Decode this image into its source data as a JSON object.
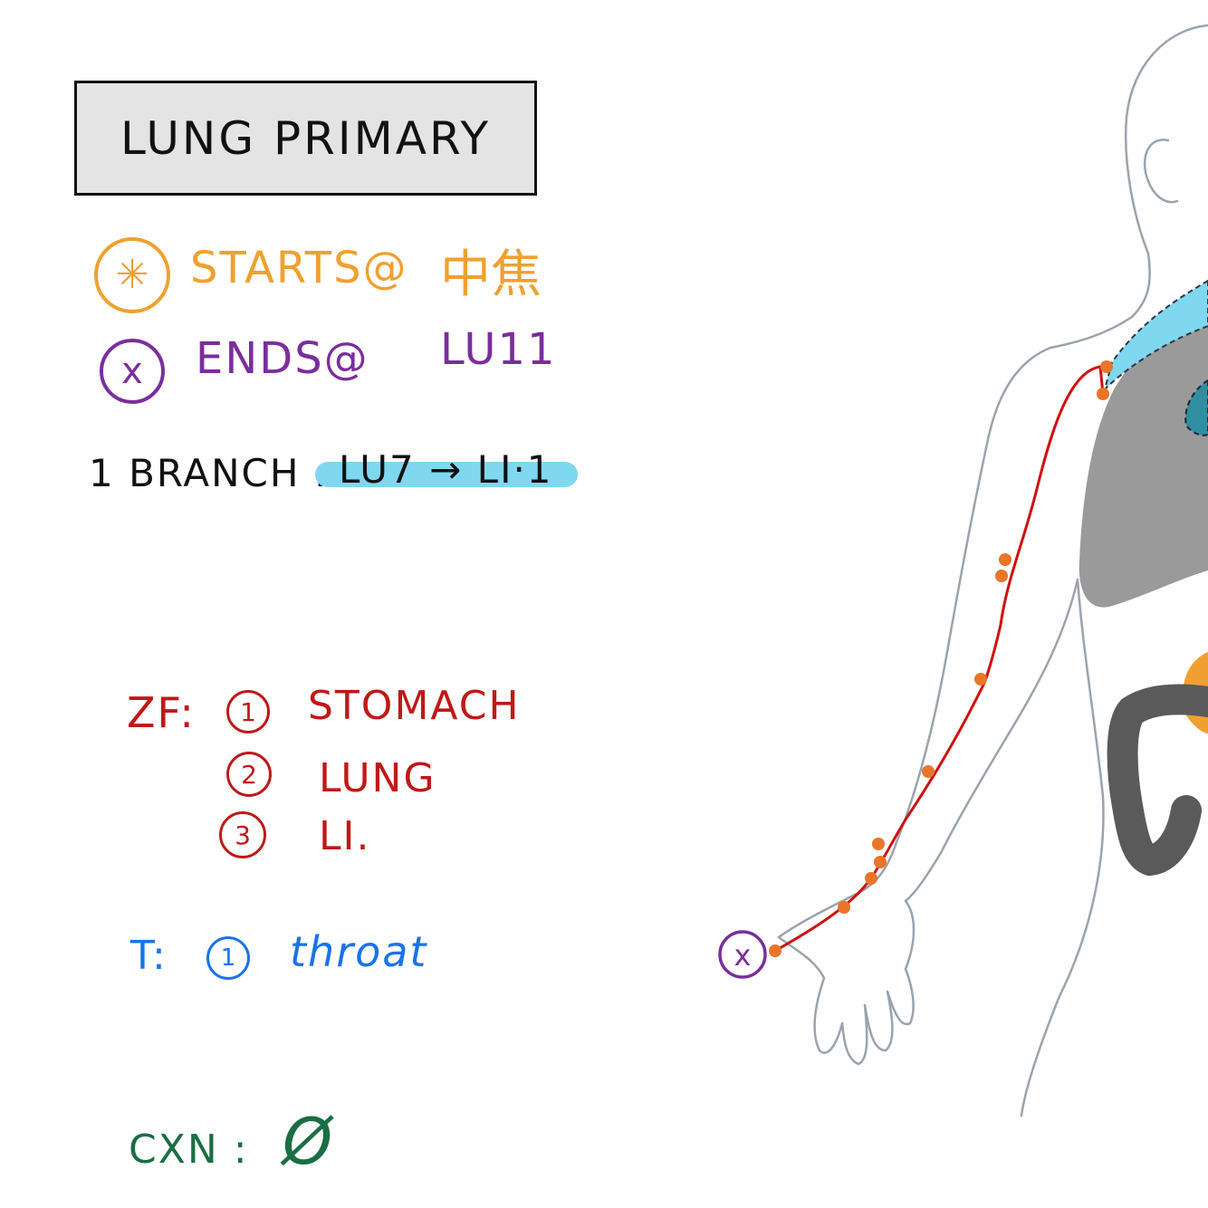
{
  "title": "LUNG PRIMARY",
  "legend": {
    "start_symbol": "✳",
    "start_label": "STARTS@",
    "start_value": "中焦",
    "end_symbol": "x",
    "end_label": "ENDS@",
    "end_value": "LU11"
  },
  "branch": {
    "label": "1 BRANCH :",
    "value": "LU7 → LI·1"
  },
  "zf": {
    "label": "ZF:",
    "items": [
      {
        "num": "1",
        "text": "STOMACH"
      },
      {
        "num": "2",
        "text": "LUNG"
      },
      {
        "num": "3",
        "text": "LI."
      }
    ]
  },
  "t": {
    "label": "T:",
    "items": [
      {
        "num": "1",
        "text": "throat"
      }
    ]
  },
  "cxn": {
    "label": "CXN :",
    "value": "Ø"
  },
  "figure": {
    "end_marker": "x"
  },
  "colors": {
    "orange": "#f0a030",
    "purple": "#7a2e9c",
    "red": "#c01818",
    "blue": "#1a73e8",
    "green": "#1a6e44",
    "black": "#111111",
    "highlight": "#7fd8f0",
    "body_line": "#9aa3ad",
    "lung": "#9a9a9a",
    "meridian": "#d01010",
    "point": "#e8752a"
  }
}
